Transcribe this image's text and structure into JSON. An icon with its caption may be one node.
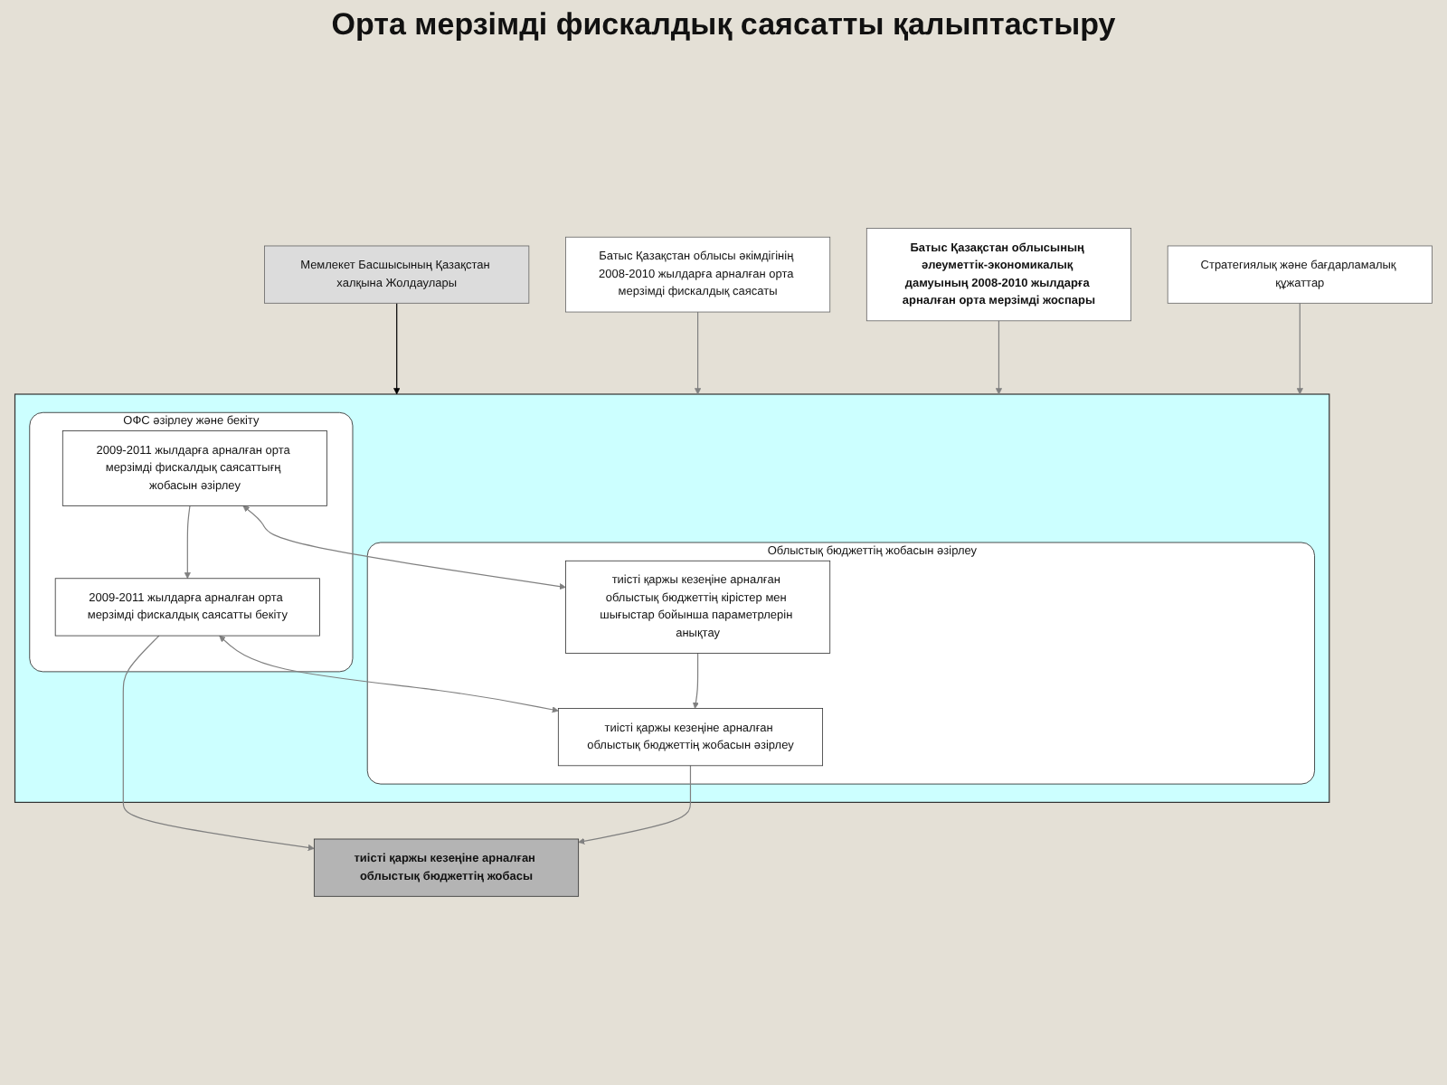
{
  "diagram": {
    "title": "Орта мерзімді фискалдық саясатты қалыптастыру",
    "nodes": [
      {
        "text": [
          "Мемлекет Басшысының Қазақстан халқына Жолдаулары"
        ]
      },
      {
        "text": [
          "Батыс Қазақстан облысы әкімдігінің 2008-2010 жылдарға арналған орта мерзімді фискалдық саясаты"
        ]
      },
      {
        "text": [
          "Батыс Қазақстан облысының әлеуметтік-экономикалық дамуының 2008-2010 жылдарға арналған орта мерзімді жоспары"
        ]
      },
      {
        "text": [
          "Стратегиялық және бағдарламалық құжаттар"
        ]
      },
      {
        "text": [],
        "shape": "box"
      },
      {
        "text": [
          "ОФС әзірлеу және бекіту"
        ],
        "in": 4
      },
      {
        "text": [
          "2009-2011 жылдарға арналған орта мерзімді фискалдық саясаттығң жобасын әзірлеу"
        ],
        "in": 5
      },
      {
        "text": [
          "2009-2011 жылдарға арналған орта мерзімді фискалдық саясатты бекіту"
        ],
        "in": 5
      },
      {
        "text": [
          "Облыстық бюджеттің жобасын әзірлеу"
        ],
        "in": 4
      },
      {
        "text": [
          "тиісті қаржы кезеңіне арналған облыстық бюджеттің кірістер мен шығыстар бойынша параметрлерін анықтау"
        ],
        "in": 8
      },
      {
        "text": [
          "тиісті қаржы кезеңіне арналған облыстық бюджеттің жобасын әзірлеу"
        ],
        "in": 8
      },
      {
        "text": [
          "тиісті қаржы кезеңіне арналған облыстық бюджеттің жобасы"
        ]
      }
    ],
    "edges": [
      {
        "from": 0,
        "to": 4,
        "arrow": "to",
        "color": "#000000"
      },
      {
        "from": 1,
        "to": 4,
        "arrow": "to"
      },
      {
        "from": 2,
        "to": 4,
        "arrow": "to"
      },
      {
        "from": 3,
        "to": 4,
        "arrow": "to"
      },
      {
        "from": 6,
        "to": 7,
        "arrow": "to"
      },
      {
        "from": 6,
        "to": 9,
        "arrow": "both"
      },
      {
        "from": 7,
        "to": 10,
        "arrow": "both"
      },
      {
        "from": 9,
        "to": 10,
        "arrow": "to"
      },
      {
        "from": 7,
        "to": 11,
        "arrow": "to"
      },
      {
        "from": 10,
        "to": 11,
        "arrow": "to"
      }
    ]
  }
}
